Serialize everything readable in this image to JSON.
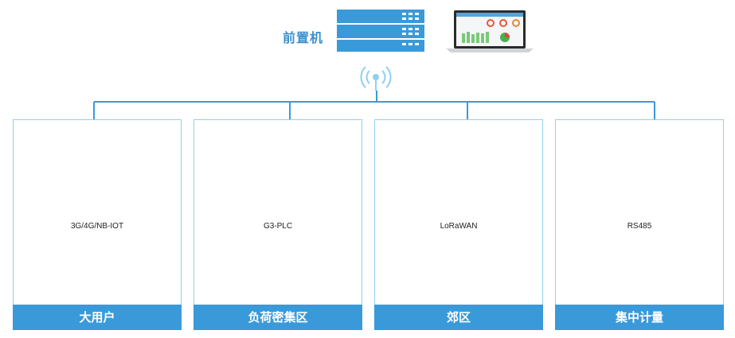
{
  "head": {
    "label": "前置机"
  },
  "panels": [
    {
      "tech": "3G/4G/NB-IOT",
      "footer": "大用户"
    },
    {
      "tech": "G3-PLC",
      "footer": "负荷密集区"
    },
    {
      "tech": "LoRaWAN",
      "footer": "郊区"
    },
    {
      "tech": "RS485",
      "footer": "集中计量"
    }
  ],
  "colors": {
    "primary": "#3a9ad9",
    "light": "#8fd1ec",
    "accent": "#2a86c8"
  },
  "icons": [
    "server-rack-icon",
    "laptop-dashboard-icon",
    "wireless-signal-icon",
    "cell-tower-icon",
    "factory-icon",
    "utility-pole-icon",
    "electric-meter-icon",
    "lora-gateway-icon",
    "house-icon",
    "office-building-icon",
    "rs485-collector-icon"
  ]
}
